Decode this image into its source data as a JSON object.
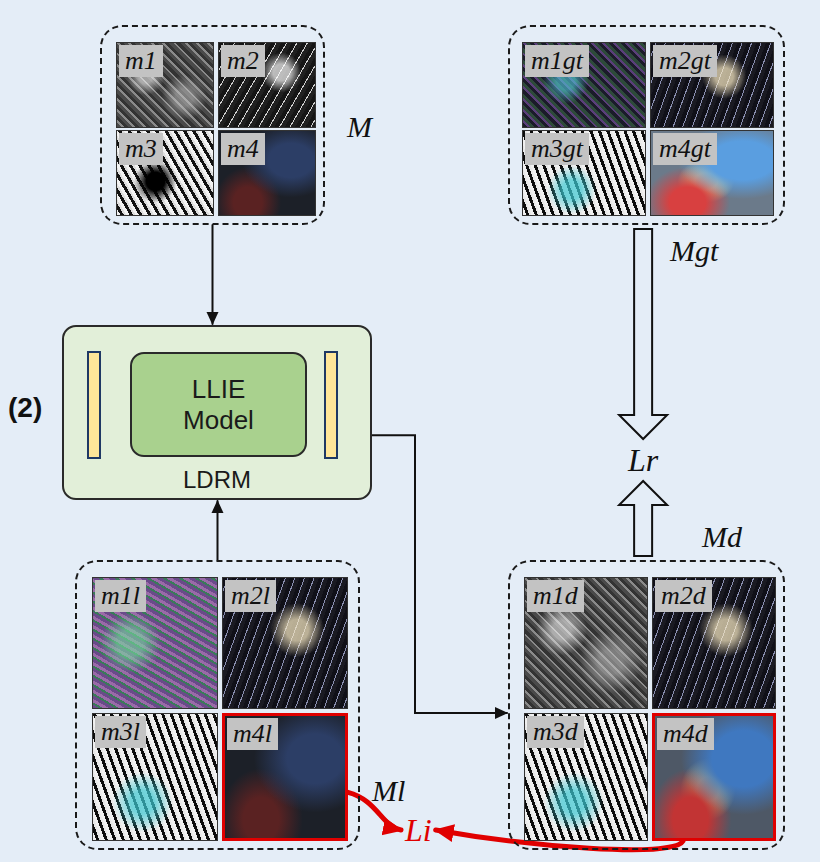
{
  "diagram": {
    "nodes": [
      {
        "text": [
          "M"
        ]
      },
      {
        "text": [
          "m1"
        ],
        "in": 0
      },
      {
        "text": [
          "m2"
        ],
        "in": 0
      },
      {
        "text": [
          "m3"
        ],
        "in": 0
      },
      {
        "text": [
          "m4"
        ],
        "in": 0
      },
      {
        "text": [
          "Mgt"
        ]
      },
      {
        "text": [
          "m1gt"
        ],
        "in": 5
      },
      {
        "text": [
          "m2gt"
        ],
        "in": 5
      },
      {
        "text": [
          "m3gt"
        ],
        "in": 5
      },
      {
        "text": [
          "m4gt"
        ],
        "in": 5
      },
      {
        "text": [
          "LDRM"
        ]
      },
      {
        "text": [
          "LLIE Model"
        ],
        "in": 10
      },
      {
        "text": [
          "Lr"
        ]
      },
      {
        "text": [
          "Ml"
        ]
      },
      {
        "text": [
          "m1l"
        ],
        "in": 13
      },
      {
        "text": [
          "m2l"
        ],
        "in": 13
      },
      {
        "text": [
          "m3l"
        ],
        "in": 13
      },
      {
        "text": [
          "m4l"
        ],
        "in": 13
      },
      {
        "text": [
          "Md"
        ]
      },
      {
        "text": [
          "m1d"
        ],
        "in": 18
      },
      {
        "text": [
          "m2d"
        ],
        "in": 18
      },
      {
        "text": [
          "m3d"
        ],
        "in": 18
      },
      {
        "text": [
          "m4d"
        ],
        "in": 18
      },
      {
        "text": [
          "Li"
        ]
      }
    ],
    "edges": [
      {
        "from": 0,
        "to": 10,
        "arrow": "to"
      },
      {
        "from": 5,
        "to": 12,
        "arrow": "to"
      },
      {
        "from": 13,
        "to": 10,
        "arrow": "to"
      },
      {
        "from": 10,
        "to": 18,
        "arrow": "to"
      },
      {
        "from": 18,
        "to": 12,
        "arrow": "to"
      },
      {
        "from": 17,
        "to": 23,
        "arrow": "to"
      },
      {
        "from": 22,
        "to": 23,
        "arrow": "to"
      }
    ],
    "labels": [
      "(2)"
    ]
  }
}
